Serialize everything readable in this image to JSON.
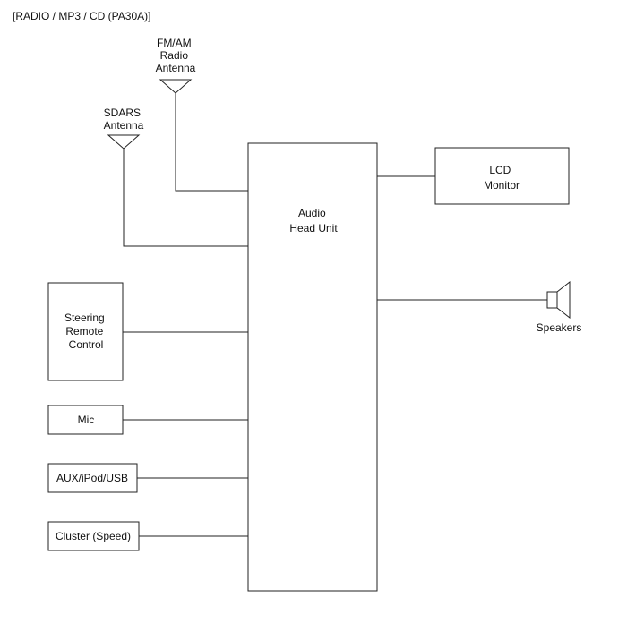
{
  "title": "[RADIO / MP3 / CD (PA30A)]",
  "head_unit": {
    "lines": [
      "Audio",
      "Head Unit"
    ]
  },
  "fm_am_antenna": {
    "lines": [
      "FM/AM",
      "Radio",
      "Antenna"
    ]
  },
  "sdars_antenna": {
    "lines": [
      "SDARS",
      "Antenna"
    ]
  },
  "lcd_monitor": {
    "lines": [
      "LCD",
      "Monitor"
    ]
  },
  "speakers": {
    "label": "Speakers"
  },
  "steering_remote": {
    "lines": [
      "Steering",
      "Remote",
      "Control"
    ]
  },
  "mic": {
    "label": "Mic"
  },
  "aux": {
    "label": "AUX/iPod/USB"
  },
  "cluster": {
    "label": "Cluster (Speed)"
  }
}
